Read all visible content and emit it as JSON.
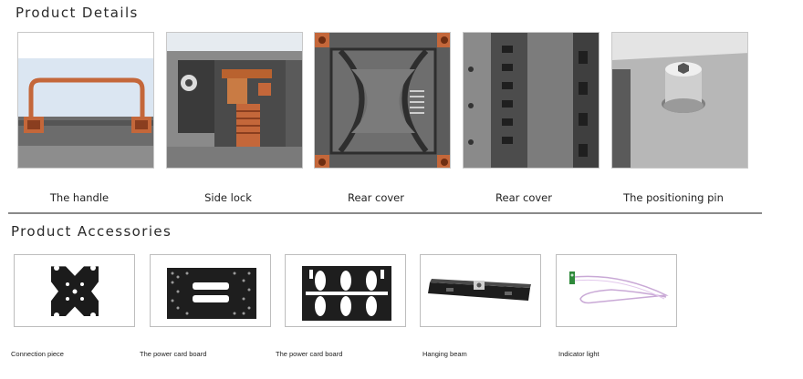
{
  "details": {
    "title": "Product Details",
    "items": [
      {
        "caption": "The handle",
        "icon": "handle-photo"
      },
      {
        "caption": "Side lock",
        "icon": "side-lock-photo"
      },
      {
        "caption": "Rear cover",
        "icon": "rear-cover-photo"
      },
      {
        "caption": "Rear cover",
        "icon": "rear-cover-side-photo"
      },
      {
        "caption": "The positioning pin",
        "icon": "positioning-pin-photo"
      }
    ]
  },
  "accessories": {
    "title": "Product Accessories",
    "items": [
      {
        "caption": "Connection piece",
        "icon": "connection-piece-photo"
      },
      {
        "caption": "The power card board",
        "icon": "power-card-board-photo"
      },
      {
        "caption": "The power card board",
        "icon": "power-card-board-2-photo"
      },
      {
        "caption": "Hanging beam",
        "icon": "hanging-beam-photo"
      },
      {
        "caption": "Indicator light",
        "icon": "indicator-light-photo"
      }
    ]
  },
  "colors": {
    "copper": "#c4673a",
    "dark_metal": "#3c3c3c",
    "panel_gray": "#7d7d7d",
    "divider": "#8a8a8a"
  }
}
